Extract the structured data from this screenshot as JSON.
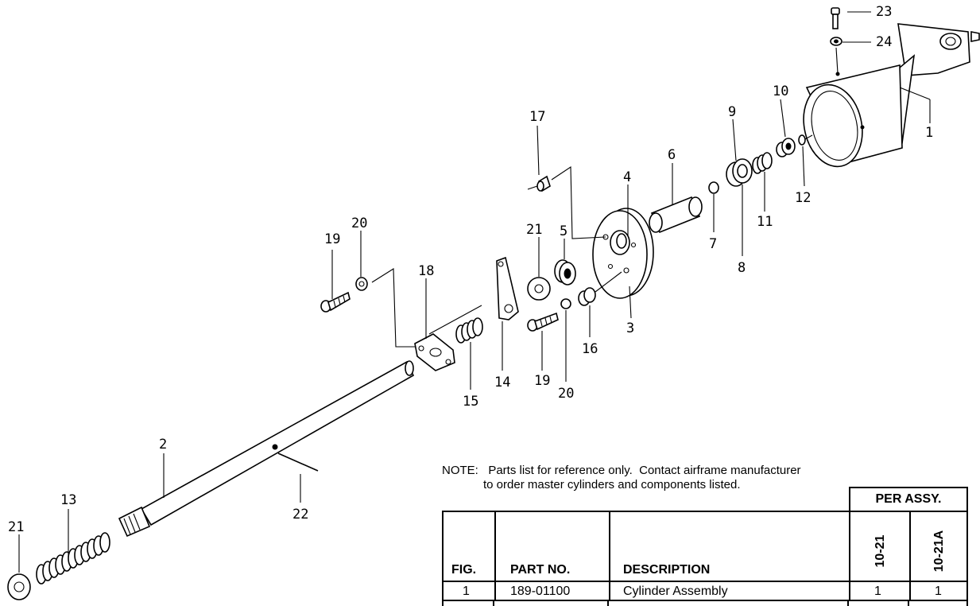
{
  "callouts": [
    "1",
    "2",
    "3",
    "4",
    "5",
    "6",
    "7",
    "8",
    "9",
    "10",
    "11",
    "12",
    "13",
    "14",
    "15",
    "16",
    "17",
    "18",
    "19",
    "19",
    "20",
    "20",
    "21",
    "21",
    "22",
    "23",
    "24"
  ],
  "note": {
    "line1": "NOTE:   Parts list for reference only.  Contact airframe manufacturer",
    "line2": "to order master cylinders and components listed."
  },
  "table": {
    "per_assy": "PER ASSY.",
    "col_fig": "FIG.",
    "col_part": "PART NO.",
    "col_desc": "DESCRIPTION",
    "col_a": "10-21",
    "col_b": "10-21A",
    "rows": [
      {
        "fig": "1",
        "part": "189-01100",
        "desc": "Cylinder Assembly",
        "a": "1",
        "b": "1"
      }
    ]
  }
}
